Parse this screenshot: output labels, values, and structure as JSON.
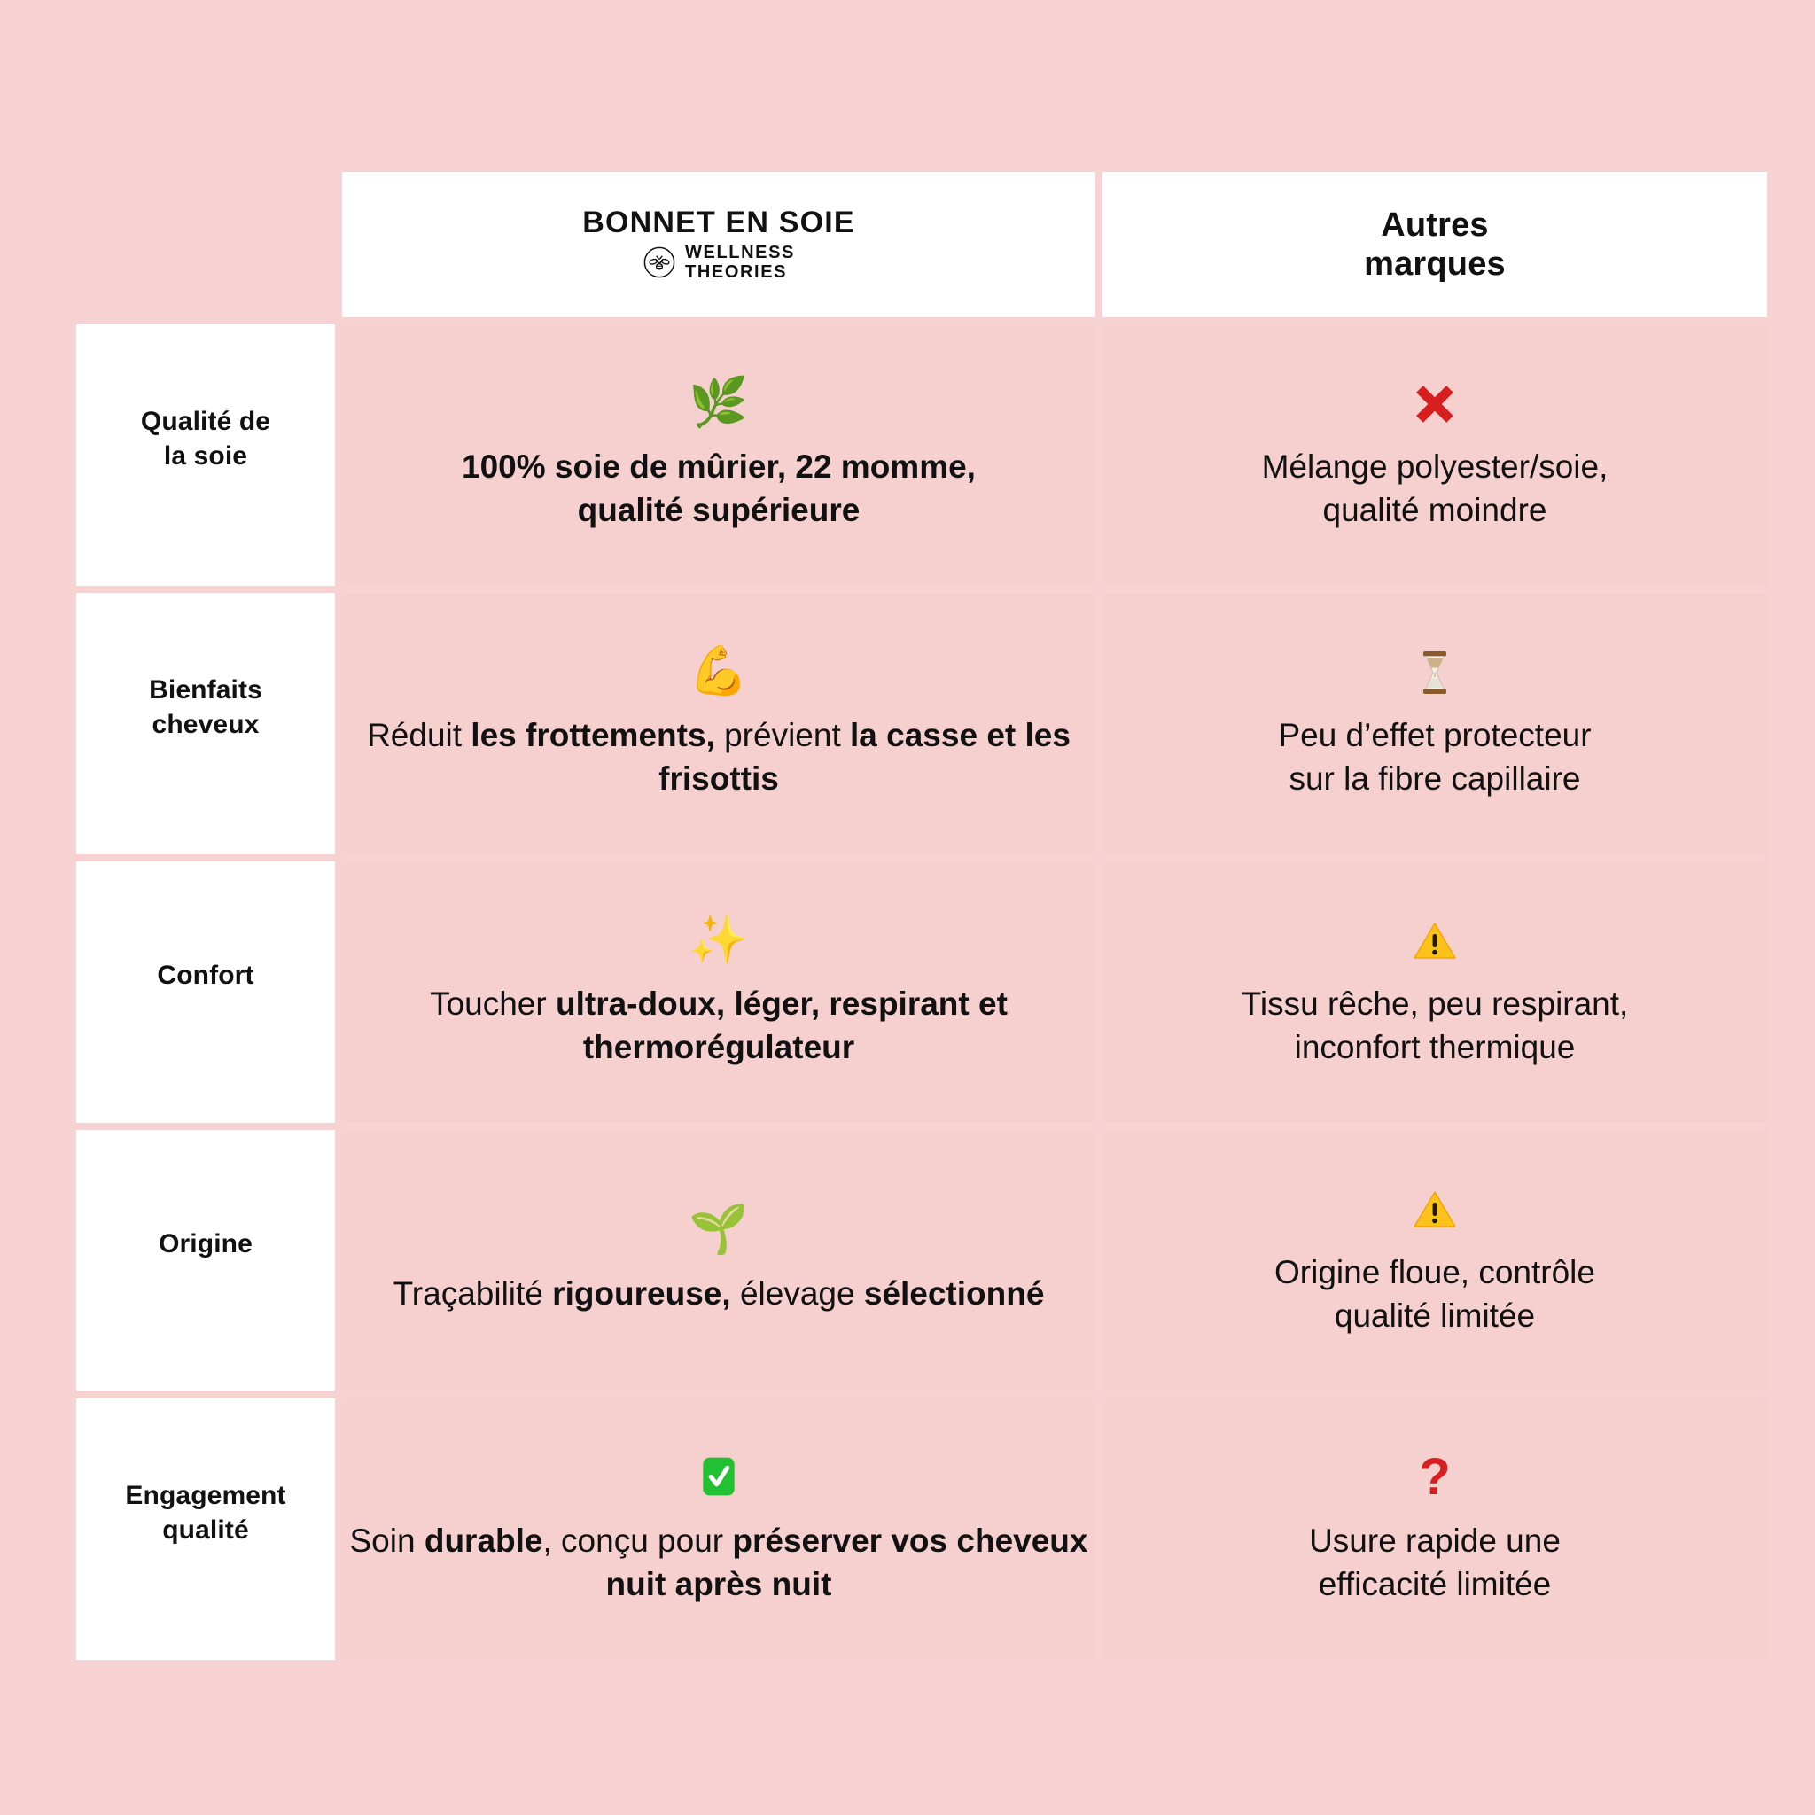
{
  "theme": {
    "page_background": "#f7d2d2",
    "cell_background": "#f6cfcf",
    "panel_background": "#ffffff",
    "text_color": "#111111",
    "grid_color": "#ffffff",
    "negative_color": "#d81f1f",
    "positive_color": "#22c033"
  },
  "header": {
    "label_column": "",
    "brand": {
      "title": "BONNET EN SOIE",
      "logo_icon": "bee-in-circle-icon",
      "logo_line1": "WELLNESS",
      "logo_line2": "THEORIES"
    },
    "others": {
      "line1": "Autres",
      "line2": "marques"
    }
  },
  "rows": [
    {
      "label_line1": "Qualité de",
      "label_line2": "la soie",
      "brand": {
        "icon": "herb-leaf-icon",
        "icon_glyph": "🌿",
        "line1": "100% soie de mûrier, 22 momme,",
        "line2": "qualité supérieure",
        "emphasis": "all"
      },
      "others": {
        "icon": "red-cross-mark-icon",
        "icon_glyph": "❌",
        "line1": "Mélange polyester/soie,",
        "line2": "qualité moindre"
      }
    },
    {
      "label_line1": "Bienfaits",
      "label_line2": "cheveux",
      "brand": {
        "icon": "flexed-biceps-icon",
        "icon_glyph": "💪",
        "segments": [
          {
            "text": "Réduit ",
            "bold": false
          },
          {
            "text": "les frottements,",
            "bold": true
          },
          {
            "text": " prévient ",
            "bold": false
          },
          {
            "text": "la casse et les frisottis",
            "bold": true
          }
        ]
      },
      "others": {
        "icon": "hourglass-icon",
        "icon_glyph": "⌛",
        "line1": "Peu d’effet protecteur",
        "line2": "sur la fibre capillaire"
      }
    },
    {
      "label_line1": "Confort",
      "label_line2": "",
      "brand": {
        "icon": "sparkles-icon",
        "icon_glyph": "✨",
        "segments": [
          {
            "text": "Toucher ",
            "bold": false
          },
          {
            "text": "ultra-doux, léger, respirant et thermorégulateur",
            "bold": true
          }
        ]
      },
      "others": {
        "icon": "warning-triangle-icon",
        "icon_glyph": "⚠️",
        "line1": "Tissu rêche, peu respirant,",
        "line2": "inconfort thermique"
      }
    },
    {
      "label_line1": "Origine",
      "label_line2": "",
      "brand": {
        "icon": "seedling-icon",
        "icon_glyph": "🌱",
        "segments": [
          {
            "text": "Traçabilité ",
            "bold": false
          },
          {
            "text": "rigoureuse,",
            "bold": true
          },
          {
            "text": " élevage ",
            "bold": false
          },
          {
            "text": "sélectionné",
            "bold": true
          }
        ]
      },
      "others": {
        "icon": "warning-triangle-icon",
        "icon_glyph": "⚠️",
        "line1": "Origine floue, contrôle",
        "line2": "qualité limitée"
      }
    },
    {
      "label_line1": "Engagement",
      "label_line2": "qualité",
      "brand": {
        "icon": "green-check-mark-icon",
        "icon_glyph": "✅",
        "segments": [
          {
            "text": "Soin ",
            "bold": false
          },
          {
            "text": "durable",
            "bold": true
          },
          {
            "text": ", conçu pour ",
            "bold": false
          },
          {
            "text": "préserver vos cheveux nuit après nuit",
            "bold": true
          }
        ]
      },
      "others": {
        "icon": "red-question-mark-icon",
        "icon_glyph": "?",
        "line1": "Usure rapide une",
        "line2": "efficacité limitée"
      }
    }
  ]
}
